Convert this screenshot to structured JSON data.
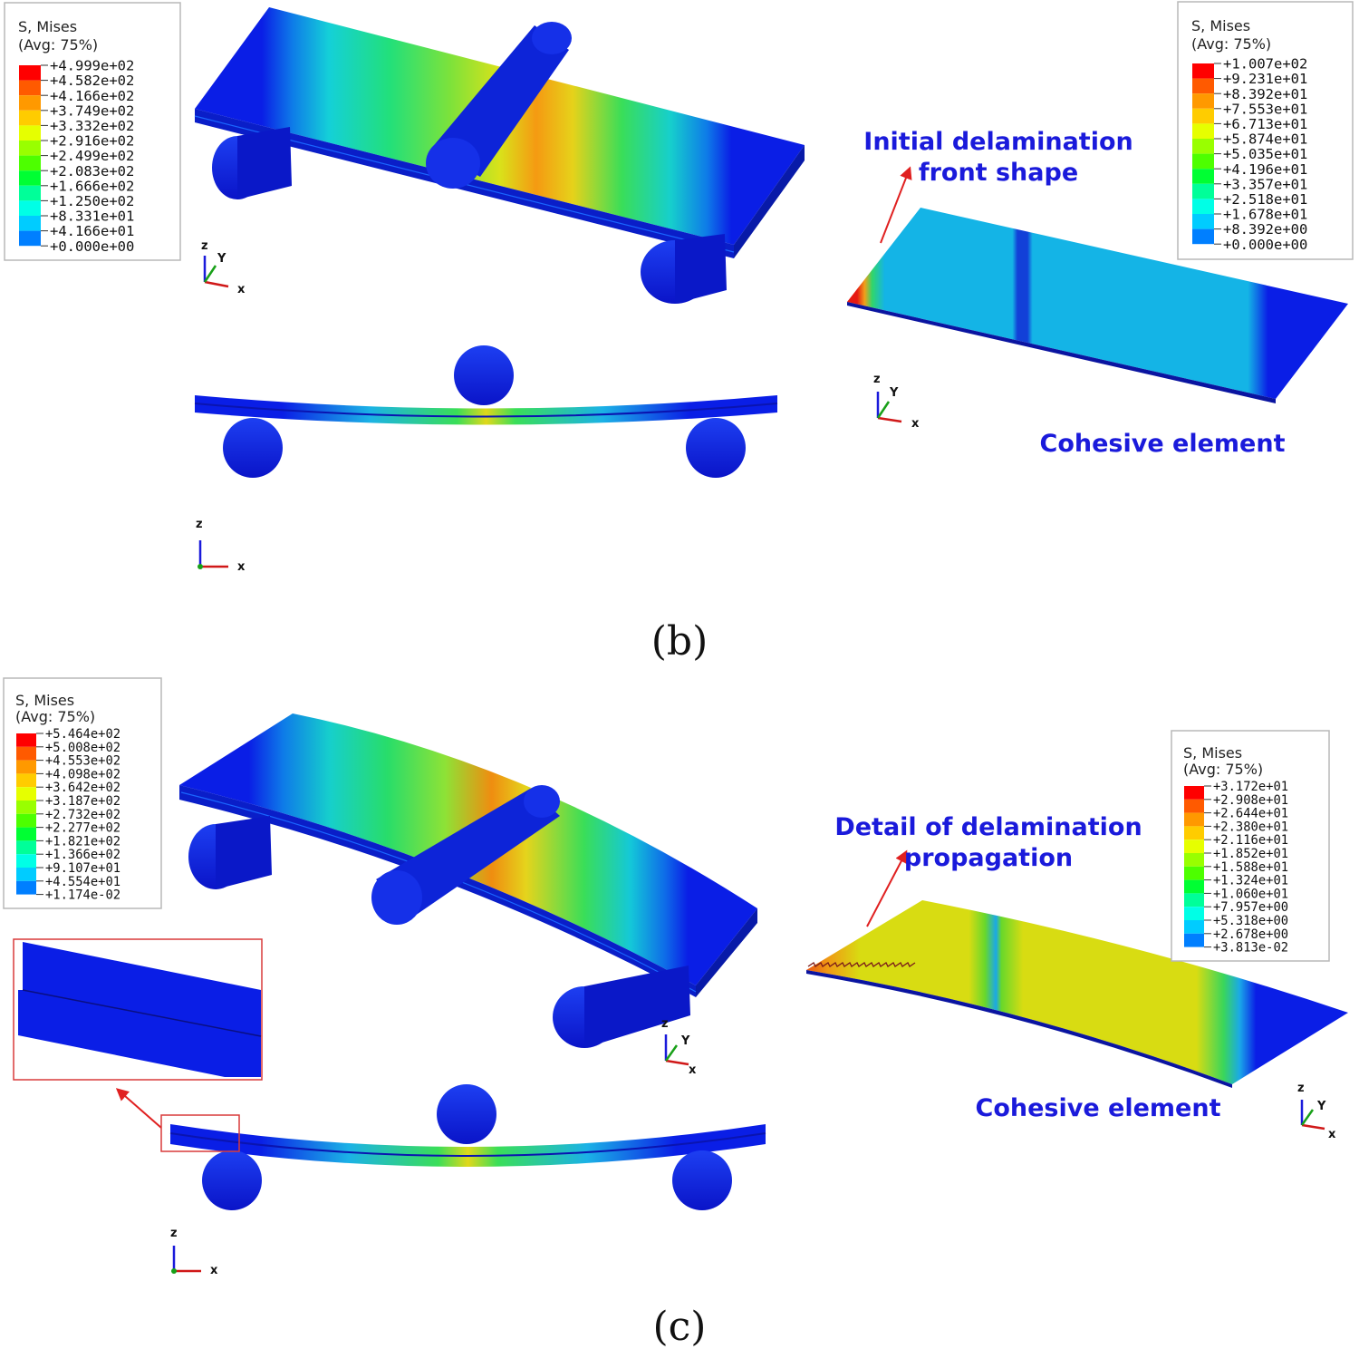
{
  "panels": {
    "b": {
      "label": "(b)",
      "legend_left": {
        "title1": "S, Mises",
        "title2": "(Avg: 75%)",
        "values": [
          "+4.999e+02",
          "+4.582e+02",
          "+4.166e+02",
          "+3.749e+02",
          "+3.332e+02",
          "+2.916e+02",
          "+2.499e+02",
          "+2.083e+02",
          "+1.666e+02",
          "+1.250e+02",
          "+8.331e+01",
          "+4.166e+01",
          "+0.000e+00"
        ]
      },
      "legend_right": {
        "title1": "S, Mises",
        "title2": "(Avg: 75%)",
        "values": [
          "+1.007e+02",
          "+9.231e+01",
          "+8.392e+01",
          "+7.553e+01",
          "+6.713e+01",
          "+5.874e+01",
          "+5.035e+01",
          "+4.196e+01",
          "+3.357e+01",
          "+2.518e+01",
          "+1.678e+01",
          "+8.392e+00",
          "+0.000e+00"
        ]
      },
      "annotation_top": [
        "Initial delamination",
        "front shape"
      ],
      "annotation_bottom": "Cohesive element"
    },
    "c": {
      "label": "(c)",
      "legend_left": {
        "title1": "S, Mises",
        "title2": "(Avg: 75%)",
        "values": [
          "+5.464e+02",
          "+5.008e+02",
          "+4.553e+02",
          "+4.098e+02",
          "+3.642e+02",
          "+3.187e+02",
          "+2.732e+02",
          "+2.277e+02",
          "+1.821e+02",
          "+1.366e+02",
          "+9.107e+01",
          "+4.554e+01",
          "+1.174e-02"
        ]
      },
      "legend_right": {
        "title1": "S, Mises",
        "title2": "(Avg: 75%)",
        "values": [
          "+3.172e+01",
          "+2.908e+01",
          "+2.644e+01",
          "+2.380e+01",
          "+2.116e+01",
          "+1.852e+01",
          "+1.588e+01",
          "+1.324e+01",
          "+1.060e+01",
          "+7.957e+00",
          "+5.318e+00",
          "+2.678e+00",
          "+3.813e-02"
        ]
      },
      "annotation_top": [
        "Detail of delamination",
        "propagation"
      ],
      "annotation_bottom": "Cohesive element"
    }
  },
  "axes": {
    "x": "x",
    "y": "Y",
    "z": "z"
  },
  "contour_colors": [
    "#ff0000",
    "#ff5a00",
    "#ff9900",
    "#ffcc00",
    "#e6ff00",
    "#99ff00",
    "#4dff00",
    "#00ff33",
    "#00ff99",
    "#00ffe6",
    "#00ccff",
    "#007fff",
    "#0000ff"
  ]
}
